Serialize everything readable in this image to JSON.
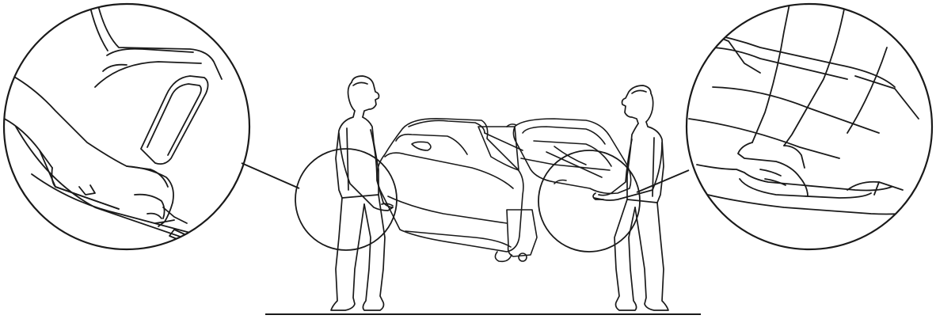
{
  "figure": {
    "text": [],
    "colors": {
      "ink": "#1a1a1a",
      "paper": "#ffffff"
    },
    "icons": [
      "left-hand-grip-detail",
      "right-hand-grip-detail",
      "massage-chair",
      "left-mover",
      "right-mover",
      "floor-line"
    ]
  }
}
